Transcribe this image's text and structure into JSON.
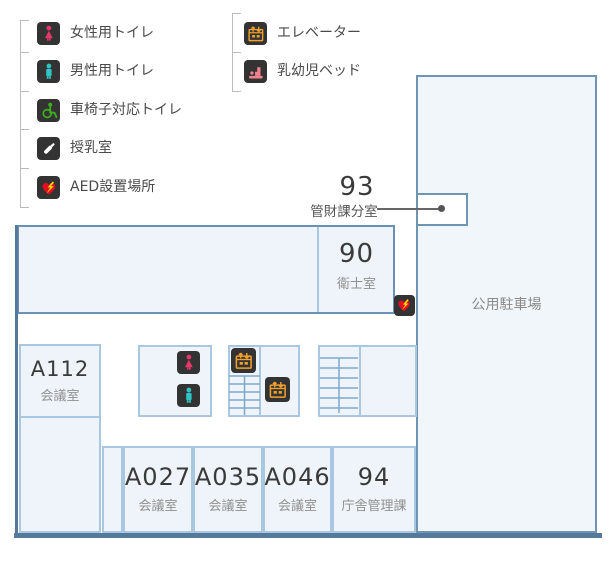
{
  "legend": {
    "col1": [
      {
        "icon": "female-toilet",
        "label": "女性用トイレ"
      },
      {
        "icon": "male-toilet",
        "label": "男性用トイレ"
      },
      {
        "icon": "wheelchair-toilet",
        "label": "車椅子対応トイレ"
      },
      {
        "icon": "nursing-room",
        "label": "授乳室"
      },
      {
        "icon": "aed",
        "label": "AED設置場所"
      }
    ],
    "col2": [
      {
        "icon": "elevator",
        "label": "エレベーター"
      },
      {
        "icon": "infant-bed",
        "label": "乳幼児ベッド"
      }
    ]
  },
  "rooms": {
    "parking": {
      "label": "公用駐車場"
    },
    "r93": {
      "number": "93",
      "name": "管財課分室"
    },
    "r90": {
      "number": "90",
      "name": "衛士室"
    },
    "a112": {
      "number": "A112",
      "name": "会議室"
    },
    "a027": {
      "number": "A027",
      "name": "会議室"
    },
    "a035": {
      "number": "A035",
      "name": "会議室"
    },
    "a046": {
      "number": "A046",
      "name": "会議室"
    },
    "r94": {
      "number": "94",
      "name": "庁舎管理課"
    }
  },
  "colors": {
    "icon_bg": "#333333",
    "female": "#e8386b",
    "male": "#2fc3c5",
    "wheelchair": "#3fae1f",
    "nursing": "#ffffff",
    "aed_heart": "#e3101f",
    "aed_bolt": "#ffdf00",
    "elevator": "#f0a02c",
    "infant_bed": "#f2808f",
    "room_fill": "#eef4fa",
    "room_border": "#a9c7e1",
    "strong_border": "#6b92b4",
    "outer_line": "#54799b",
    "number_text": "#3a3a3a",
    "sub_text": "#909090"
  }
}
